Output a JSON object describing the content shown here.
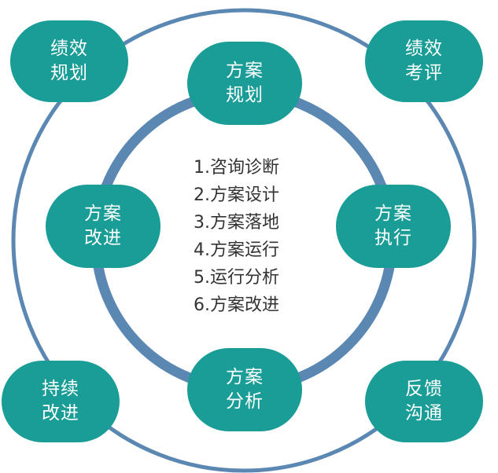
{
  "colors": {
    "node_fill": "#1a9c97",
    "outer_ring": "#5b87b3",
    "inner_ring": "#5b87b3",
    "text_dark": "#333333",
    "text_light": "#ffffff"
  },
  "corners": {
    "top_left": {
      "line1": "绩效",
      "line2": "规划"
    },
    "top_right": {
      "line1": "绩效",
      "line2": "考评"
    },
    "bottom_left": {
      "line1": "持续",
      "line2": "改进"
    },
    "bottom_right": {
      "line1": "反馈",
      "line2": "沟通"
    }
  },
  "inner_nodes": {
    "top": {
      "line1": "方案",
      "line2": "规划"
    },
    "right": {
      "line1": "方案",
      "line2": "执行"
    },
    "bottom": {
      "line1": "方案",
      "line2": "分析"
    },
    "left": {
      "line1": "方案",
      "line2": "改进"
    }
  },
  "center_list": [
    "1.咨询诊断",
    "2.方案设计",
    "3.方案落地",
    "4.方案运行",
    "5.运行分析",
    "6.方案改进"
  ]
}
